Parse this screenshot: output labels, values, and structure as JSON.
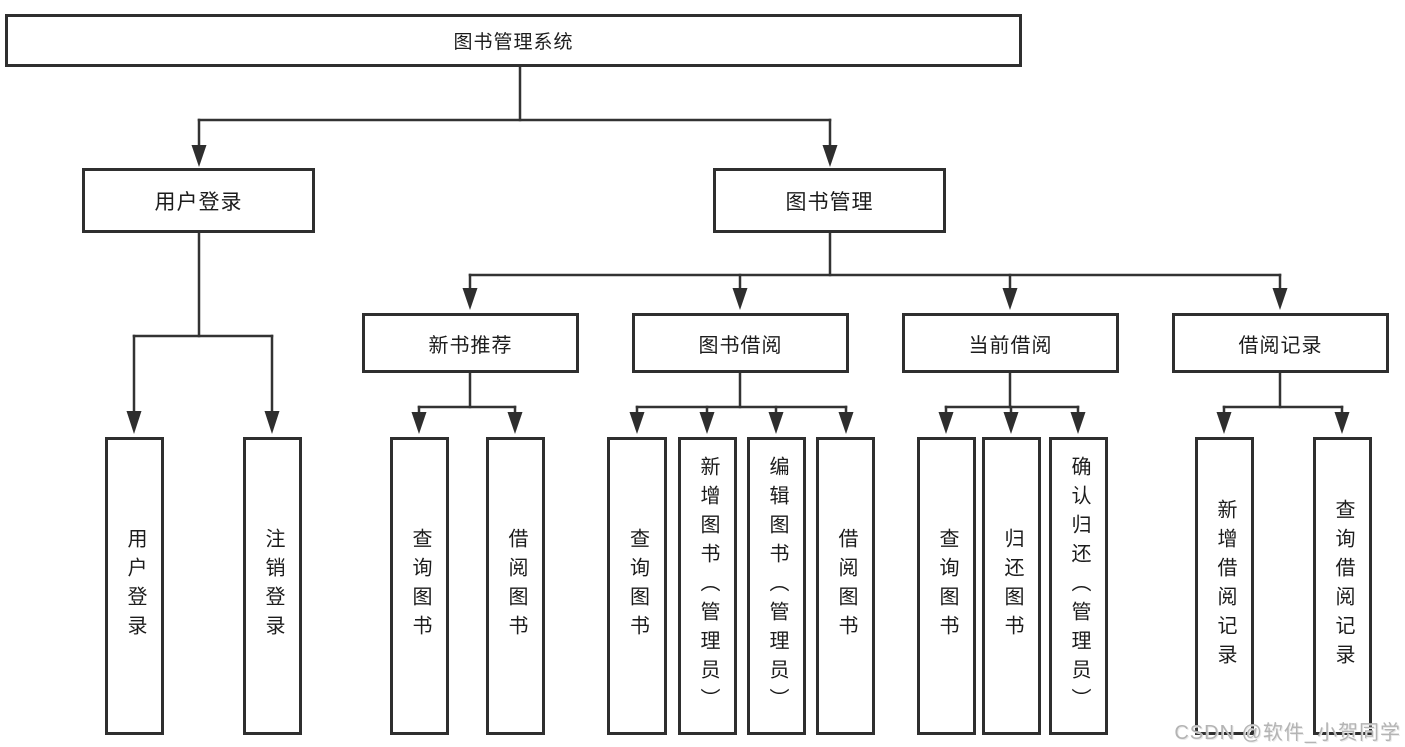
{
  "diagram": {
    "watermark": "CSDN @软件_小贺同学",
    "colors": {
      "background": "#ffffff",
      "box_border": "#2f2f2f",
      "line": "#333333",
      "text": "#1c1c1c",
      "watermark_text": "#b4b4b4"
    },
    "tree": {
      "label": "图书管理系统",
      "children": [
        {
          "label": "用户登录",
          "children": [
            {
              "label": "用户登录"
            },
            {
              "label": "注销登录"
            }
          ]
        },
        {
          "label": "图书管理",
          "children": [
            {
              "label": "新书推荐",
              "children": [
                {
                  "label": "查询图书"
                },
                {
                  "label": "借阅图书"
                }
              ]
            },
            {
              "label": "图书借阅",
              "children": [
                {
                  "label": "查询图书"
                },
                {
                  "label": "新增图书（管理员）"
                },
                {
                  "label": "编辑图书（管理员）"
                },
                {
                  "label": "借阅图书"
                }
              ]
            },
            {
              "label": "当前借阅",
              "children": [
                {
                  "label": "查询图书"
                },
                {
                  "label": "归还图书"
                },
                {
                  "label": "确认归还（管理员）"
                }
              ]
            },
            {
              "label": "借阅记录",
              "children": [
                {
                  "label": "新增借阅记录"
                },
                {
                  "label": "查询借阅记录"
                }
              ]
            }
          ]
        }
      ]
    }
  }
}
